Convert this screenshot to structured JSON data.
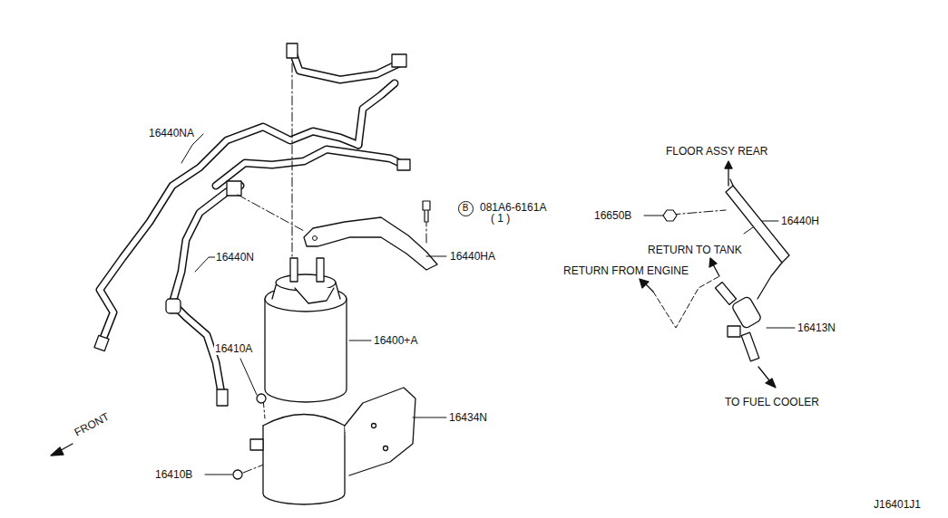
{
  "diagram": {
    "nodes": [
      {
        "text": [
          "B"
        ]
      }
    ],
    "labels": [
      "16440NA",
      "081A6-6161A",
      "( 1 )",
      "16440N",
      "16440HA",
      "16400+A",
      "16410A",
      "16434N",
      "16410B",
      "FRONT",
      "FLOOR ASSY REAR",
      "16650B",
      "16440H",
      "RETURN TO TANK",
      "RETURN FROM ENGINE",
      "16413N",
      "TO FUEL COOLER",
      "J16401J1"
    ]
  }
}
